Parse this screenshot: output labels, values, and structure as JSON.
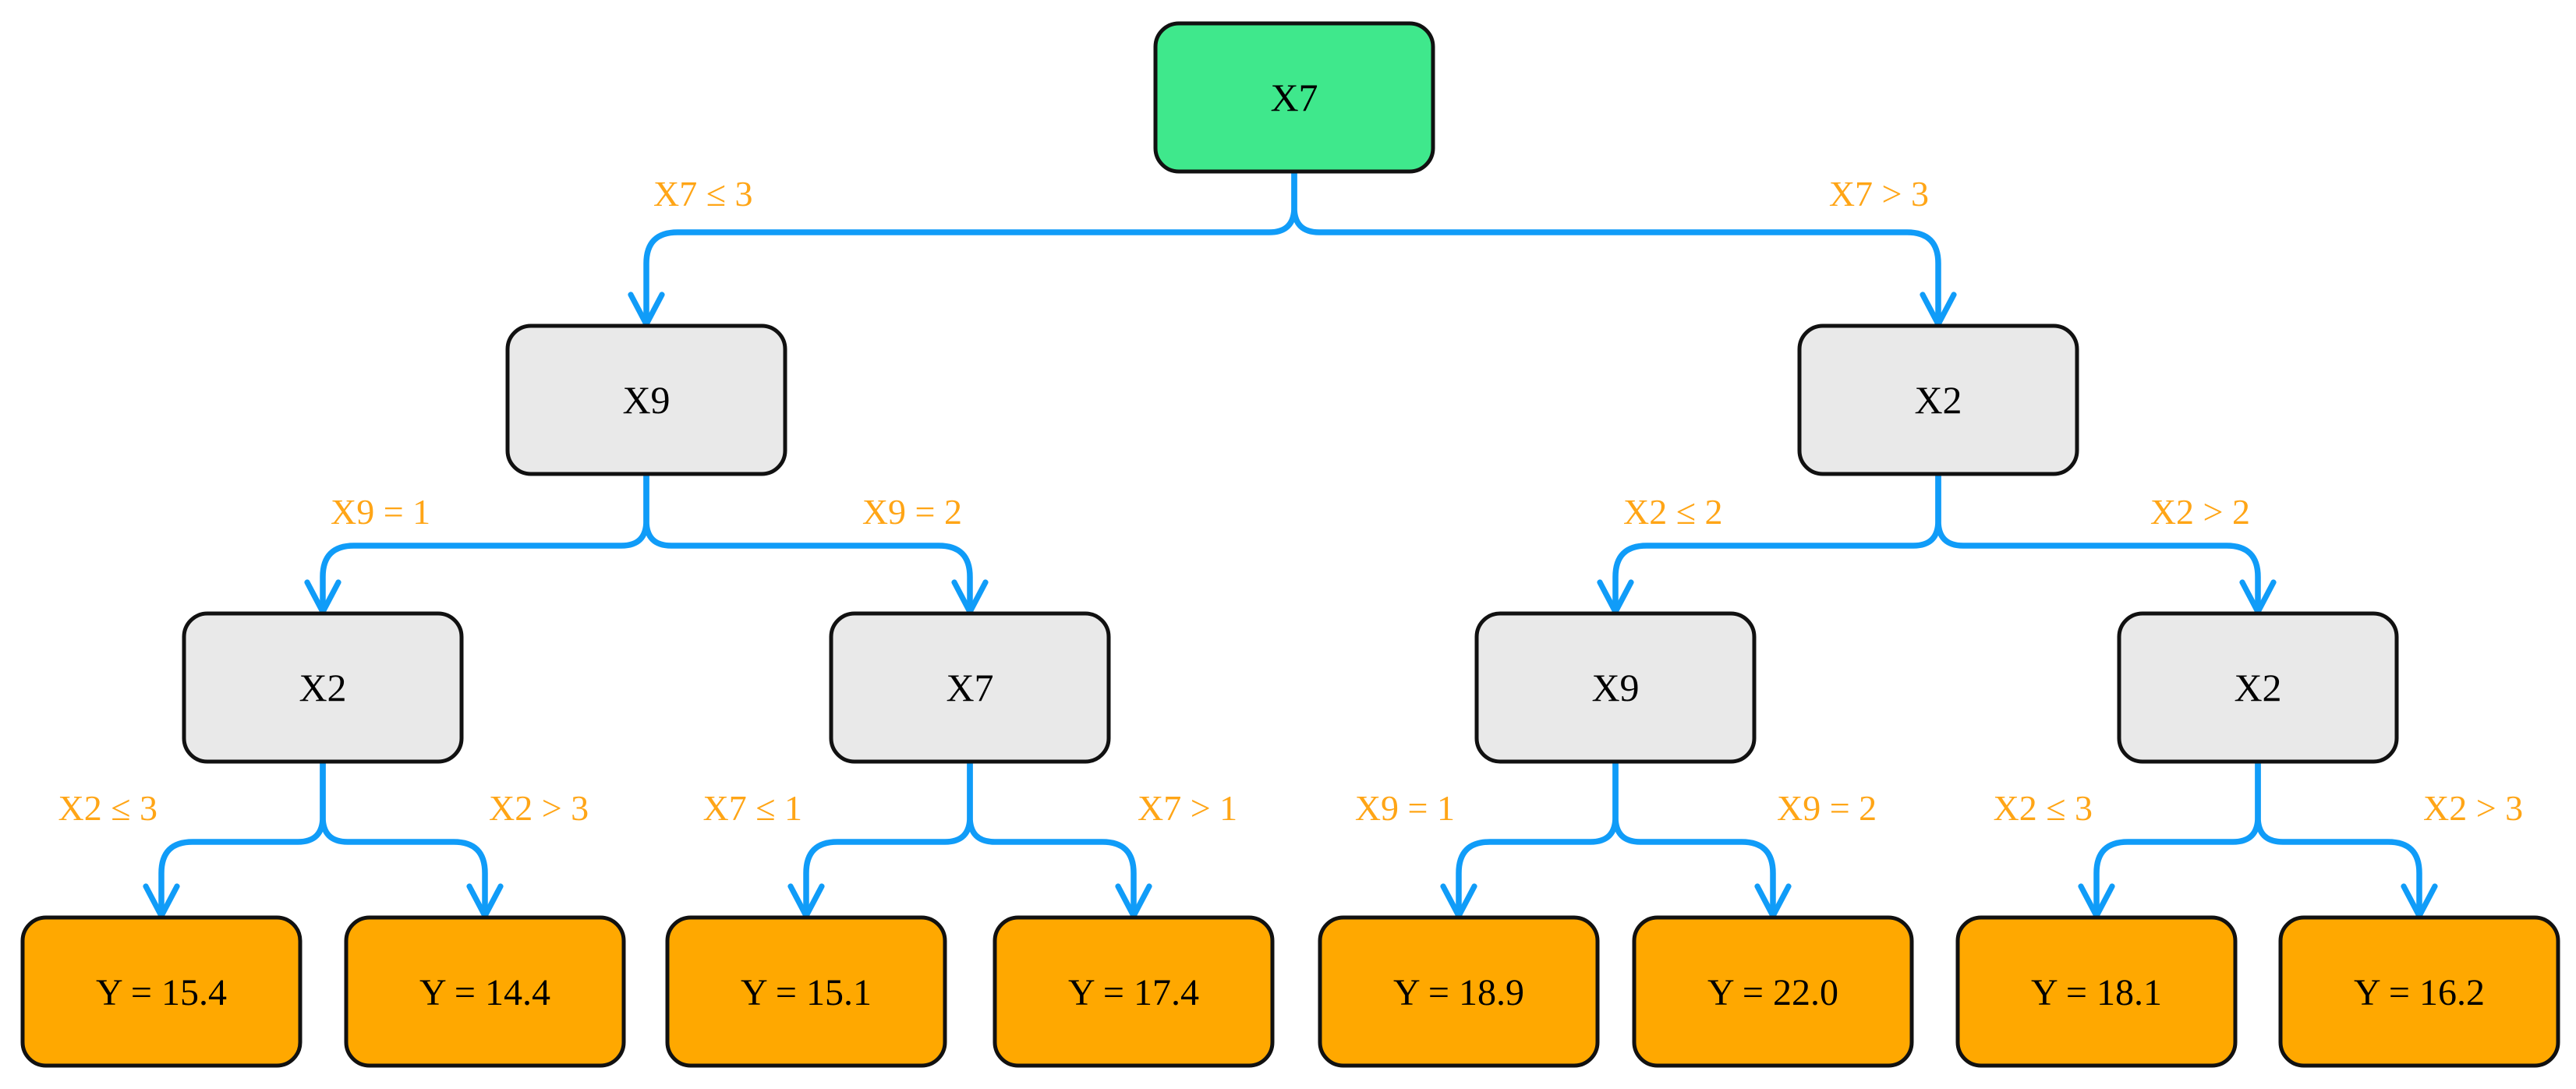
{
  "nodes": {
    "root": {
      "label": "X7",
      "kind": "root-decision"
    },
    "l": {
      "label": "X9",
      "kind": "decision"
    },
    "r": {
      "label": "X2",
      "kind": "decision"
    },
    "ll": {
      "label": "X2",
      "kind": "decision"
    },
    "lr": {
      "label": "X7",
      "kind": "decision"
    },
    "rl": {
      "label": "X9",
      "kind": "decision"
    },
    "rr": {
      "label": "X2",
      "kind": "decision"
    },
    "leaf1": {
      "label": "Y = 15.4",
      "kind": "leaf"
    },
    "leaf2": {
      "label": "Y = 14.4",
      "kind": "leaf"
    },
    "leaf3": {
      "label": "Y = 15.1",
      "kind": "leaf"
    },
    "leaf4": {
      "label": "Y = 17.4",
      "kind": "leaf"
    },
    "leaf5": {
      "label": "Y = 18.9",
      "kind": "leaf"
    },
    "leaf6": {
      "label": "Y = 22.0",
      "kind": "leaf"
    },
    "leaf7": {
      "label": "Y = 18.1",
      "kind": "leaf"
    },
    "leaf8": {
      "label": "Y = 16.2",
      "kind": "leaf"
    }
  },
  "edges": {
    "root_l": {
      "from": "root",
      "to": "l",
      "label": "X7 ≤ 3"
    },
    "root_r": {
      "from": "root",
      "to": "r",
      "label": "X7 > 3"
    },
    "l_ll": {
      "from": "l",
      "to": "ll",
      "label": "X9 = 1"
    },
    "l_lr": {
      "from": "l",
      "to": "lr",
      "label": "X9 = 2"
    },
    "r_rl": {
      "from": "r",
      "to": "rl",
      "label": "X2 ≤ 2"
    },
    "r_rr": {
      "from": "r",
      "to": "rr",
      "label": "X2 > 2"
    },
    "ll_leaf1": {
      "from": "ll",
      "to": "leaf1",
      "label": "X2 ≤ 3"
    },
    "ll_leaf2": {
      "from": "ll",
      "to": "leaf2",
      "label": "X2 > 3"
    },
    "lr_leaf3": {
      "from": "lr",
      "to": "leaf3",
      "label": "X7 ≤ 1"
    },
    "lr_leaf4": {
      "from": "lr",
      "to": "leaf4",
      "label": "X7 > 1"
    },
    "rl_leaf5": {
      "from": "rl",
      "to": "leaf5",
      "label": "X9 = 1"
    },
    "rl_leaf6": {
      "from": "rl",
      "to": "leaf6",
      "label": "X9 = 2"
    },
    "rr_leaf7": {
      "from": "rr",
      "to": "leaf7",
      "label": "X2 ≤ 3"
    },
    "rr_leaf8": {
      "from": "rr",
      "to": "leaf8",
      "label": "X2 > 3"
    }
  },
  "colors": {
    "root_node_fill": "#3FE88C",
    "internal_node_fill": "#E9E9E9",
    "leaf_node_fill": "#FFA800",
    "node_border": "#111111",
    "node_text": "#000000",
    "edge_line": "#109CF8",
    "edge_label_text": "#FFA516",
    "background": "#FFFFFF"
  }
}
